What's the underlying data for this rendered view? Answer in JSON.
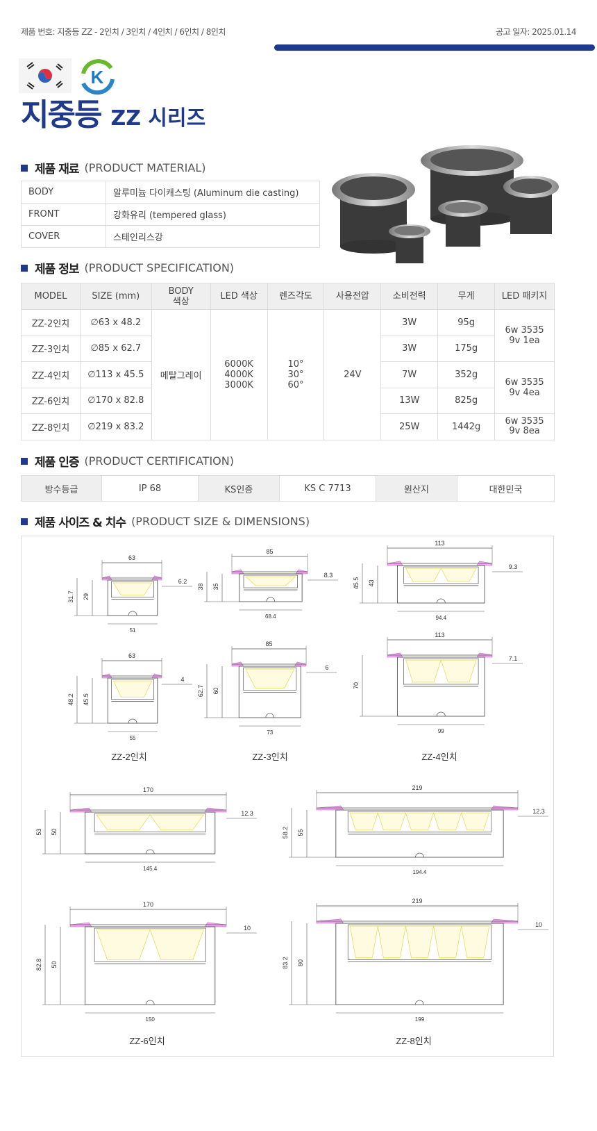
{
  "header": {
    "product_no": "제품 번호: 지중등 ZZ - 2인치 / 3인치 / 4인치 / 6인치 / 8인치",
    "date": "공고 일자: 2025.01.14"
  },
  "logos": {
    "ks_letter": "K"
  },
  "title": {
    "main": "지중등",
    "series": "ZZ 시리즈"
  },
  "colors": {
    "accent": "#1f3a8a",
    "header_bg": "#efefef"
  },
  "material": {
    "heading_ko": "제품 재료",
    "heading_en": "(PRODUCT MATERIAL)",
    "rows": [
      {
        "label": "BODY",
        "value": "알루미늄 다이캐스팅 (Aluminum die casting)"
      },
      {
        "label": "FRONT",
        "value": "강화유리 (tempered glass)"
      },
      {
        "label": "COVER",
        "value": "스테인리스강"
      }
    ]
  },
  "spec": {
    "heading_ko": "제품 정보",
    "heading_en": "(PRODUCT SPECIFICATION)",
    "headers": [
      "MODEL",
      "SIZE (mm)",
      "BODY\n색상",
      "LED 색상",
      "렌즈각도",
      "사용전압",
      "소비전력",
      "무게",
      "LED 패키지"
    ],
    "rows": [
      {
        "model": "ZZ-2인치",
        "size": "∅63 x 48.2",
        "power": "3W",
        "weight": "95g"
      },
      {
        "model": "ZZ-3인치",
        "size": "∅85 x 62.7",
        "power": "3W",
        "weight": "175g"
      },
      {
        "model": "ZZ-4인치",
        "size": "∅113 x 45.5",
        "power": "7W",
        "weight": "352g"
      },
      {
        "model": "ZZ-6인치",
        "size": "∅170 x 82.8",
        "power": "13W",
        "weight": "825g"
      },
      {
        "model": "ZZ-8인치",
        "size": "∅219 x 83.2",
        "power": "25W",
        "weight": "1442g"
      }
    ],
    "body_color": "메탈그레이",
    "led_color": "6000K\n4000K\n3000K",
    "lens": "10°\n30°\n60°",
    "voltage": "24V",
    "packages": [
      "6w 3535\n9v 1ea",
      "6w 3535\n9v 4ea",
      "6w 3535\n9v 8ea"
    ]
  },
  "cert": {
    "heading_ko": "제품 인증",
    "heading_en": "(PRODUCT CERTIFICATION)",
    "cells": [
      "방수등급",
      "IP 68",
      "KS인증",
      "KS C 7713",
      "원산지",
      "대한민국"
    ]
  },
  "dims": {
    "heading_ko": "제품 사이즈 & 치수",
    "heading_en": "(PRODUCT SIZE & DIMENSIONS)",
    "captions": [
      "ZZ-2인치",
      "ZZ-3인치",
      "ZZ-4인치",
      "ZZ-6인치",
      "ZZ-8인치"
    ],
    "drawings": [
      {
        "top": "63",
        "h1": "31.7",
        "h2": "29",
        "side": "6.2",
        "bottom": "51"
      },
      {
        "top": "85",
        "h1": "38",
        "h2": "35",
        "side": "8.3",
        "bottom": "68.4"
      },
      {
        "top": "113",
        "h1": "45.5",
        "h2": "43",
        "side": "9.3",
        "bottom": "94.4"
      },
      {
        "top": "63",
        "h1": "48.2",
        "h2": "45.5",
        "side": "4",
        "bottom": "55"
      },
      {
        "top": "85",
        "h1": "62.7",
        "h2": "60",
        "side": "6",
        "bottom": "73"
      },
      {
        "top": "113",
        "h1": "70",
        "h2": "",
        "side": "7.1",
        "bottom": "99"
      },
      {
        "top": "170",
        "h1": "53",
        "h2": "50",
        "side": "12.3",
        "bottom": "145.4"
      },
      {
        "top": "219",
        "h1": "58.2",
        "h2": "55",
        "side": "12.3",
        "bottom": "194.4"
      },
      {
        "top": "170",
        "h1": "82.8",
        "h2": "50",
        "side": "10",
        "bottom": "150"
      },
      {
        "top": "219",
        "h1": "83.2",
        "h2": "80",
        "side": "10",
        "bottom": "199"
      }
    ]
  }
}
